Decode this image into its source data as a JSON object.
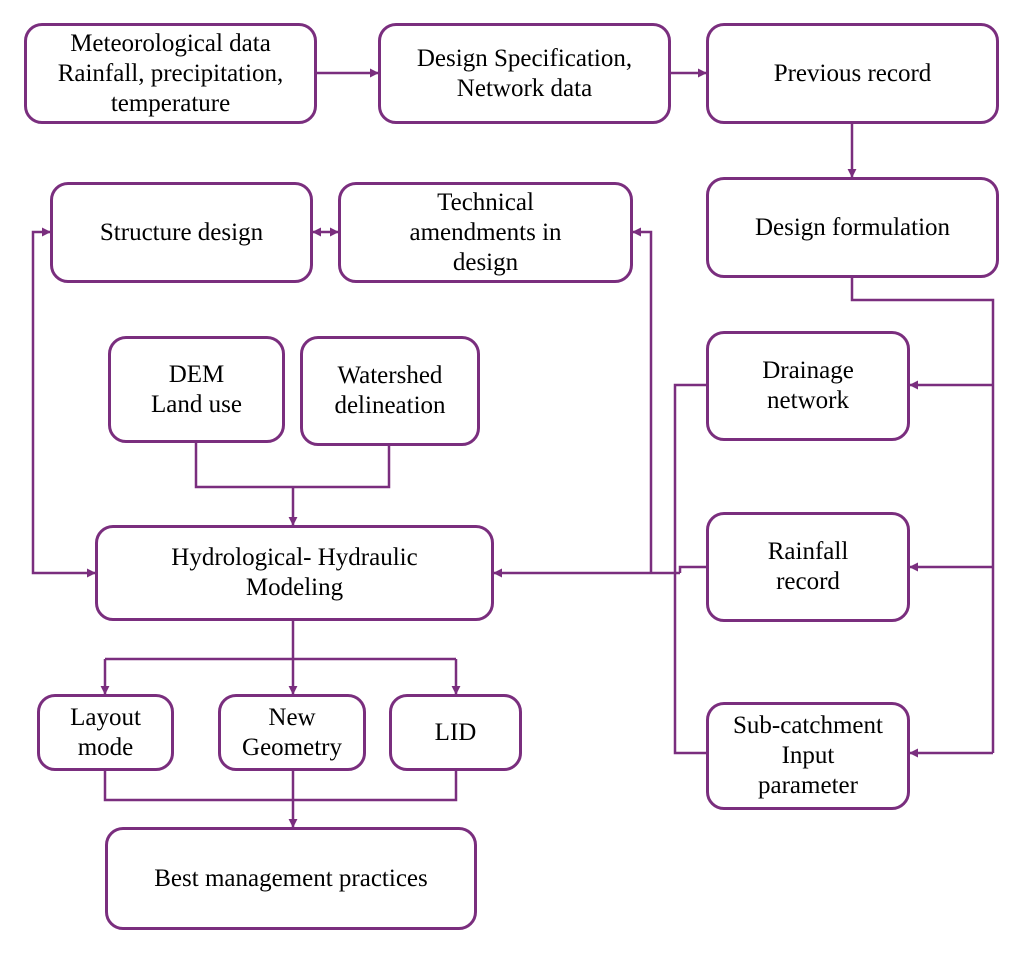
{
  "colors": {
    "stroke": "#7a2e7e",
    "text": "#000000",
    "background": "#ffffff"
  },
  "nodes": {
    "meteorological": "Meteorological data\nRainfall, precipitation,\ntemperature",
    "design_spec": "Design Specification,\nNetwork data",
    "previous_record": "Previous record",
    "design_formulation": "Design formulation",
    "structure_design": "Structure design",
    "technical_amendments": "Technical\namendments in\ndesign",
    "dem_land_use": "DEM\nLand use",
    "watershed": "Watershed\ndelineation",
    "drainage_network": "Drainage\nnetwork",
    "hydro_modeling": "Hydrological- Hydraulic\nModeling",
    "rainfall_record": "Rainfall\nrecord",
    "layout_mode": "Layout\nmode",
    "new_geometry": "New\nGeometry",
    "lid": "LID",
    "sub_catchment": "Sub-catchment\nInput\nparameter",
    "best_practices": "Best management practices"
  }
}
